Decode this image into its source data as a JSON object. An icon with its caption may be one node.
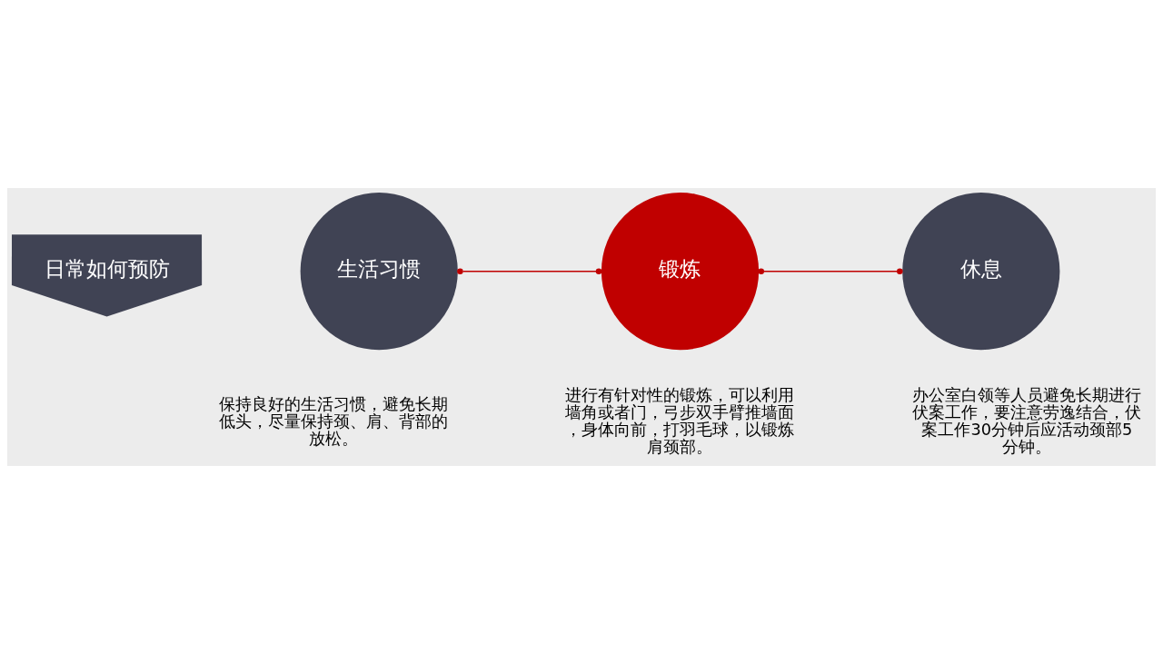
{
  "diagram": {
    "nodes": [
      {
        "text": [
          "日常如何预防"
        ]
      },
      {
        "text": [
          "生活习惯"
        ],
        "beside": [
          "保持良好的生活习惯，避免长期低头，尽量保持颈、肩、背部的放松。"
        ]
      },
      {
        "text": [
          "锻炼"
        ],
        "beside": [
          "进行有针对性的锻炼，可以利用墙角或者门，弓步双手臂推墙面，身体向前，打羽毛球，以锻炼肩颈部。"
        ]
      },
      {
        "text": [
          "休息"
        ],
        "beside": [
          "办公室白领等人员避免长期进行伏案工作，要注意劳逸结合，伏案工作30分钟后应活动颈部5分钟。"
        ]
      }
    ],
    "edges": [
      {
        "from": 1,
        "to": 2,
        "arrow": "other"
      },
      {
        "from": 2,
        "to": 3,
        "arrow": "other"
      }
    ]
  }
}
